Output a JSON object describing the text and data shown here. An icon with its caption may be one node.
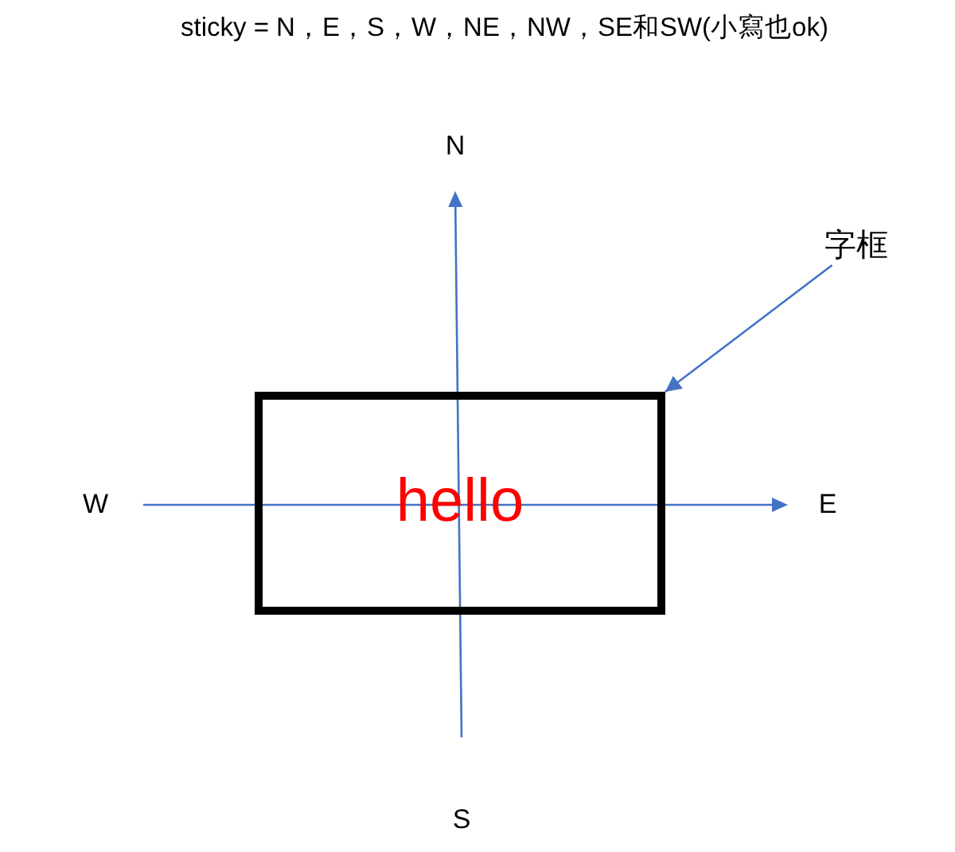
{
  "diagram": {
    "title": "sticky = N，E，S，W，NE，NW，SE和SW(小寫也ok)",
    "nodes": [
      {
        "text": [
          "字框"
        ]
      },
      {
        "text": [
          "hello"
        ]
      }
    ],
    "edges": [
      {
        "from": 0,
        "to": 1,
        "arrow": "to"
      }
    ],
    "labels": [
      "N",
      "W",
      "E",
      "S"
    ]
  }
}
